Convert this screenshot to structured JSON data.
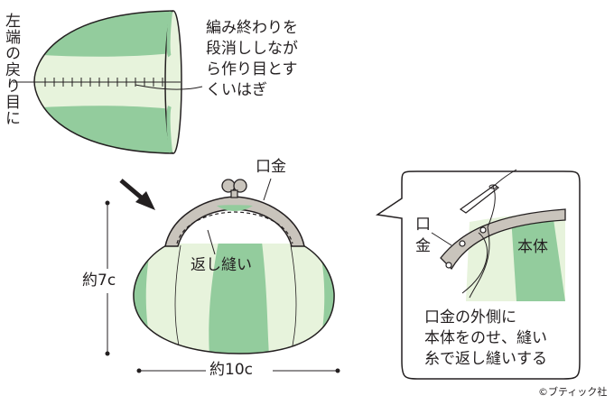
{
  "step1": {
    "side_label": "左端の戻り目に",
    "note_lines": [
      "編み終わりを",
      "段消ししなが",
      "ら作り目とす",
      "くいはぎ"
    ]
  },
  "step2": {
    "frame_label": "口金",
    "stitch_label": "返し縫い",
    "height_label": "約7c",
    "width_label": "約10c"
  },
  "detail": {
    "frame_label_top": "口",
    "frame_label_bottom": "金",
    "body_label": "本体",
    "note_lines": [
      "口金の外側に",
      "本体をのせ、縫い",
      "糸で返し縫いする"
    ]
  },
  "credit": "©ブティック社",
  "colors": {
    "green": "#93cc9d",
    "light_green": "#e7f3dc",
    "frame": "#c9c4bc",
    "line": "#231f20"
  },
  "icons": [
    "arrow-icon",
    "needle-icon"
  ]
}
